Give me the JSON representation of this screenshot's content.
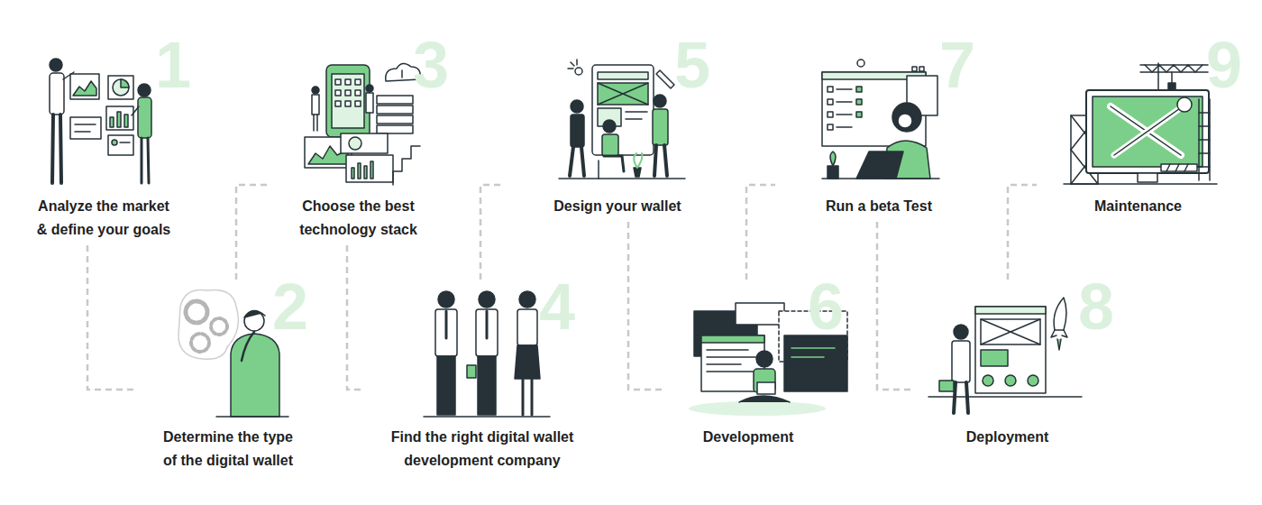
{
  "diagram": {
    "nodes": [
      {
        "text": [
          "1",
          "Analyze the market & define your goals"
        ]
      },
      {
        "text": [
          "2",
          "Determine the type of the digital wallet"
        ]
      },
      {
        "text": [
          "3",
          "Choose the best technology stack"
        ]
      },
      {
        "text": [
          "4",
          "Find the right digital wallet development company"
        ]
      },
      {
        "text": [
          "5",
          "Design your wallet"
        ]
      },
      {
        "text": [
          "6",
          "Development"
        ]
      },
      {
        "text": [
          "7",
          "Run a beta Test"
        ]
      },
      {
        "text": [
          "8",
          "Deployment"
        ]
      },
      {
        "text": [
          "9",
          "Maintenance"
        ]
      }
    ],
    "edges": [
      {
        "from": 0,
        "to": 1,
        "arrow": "none"
      },
      {
        "from": 1,
        "to": 2,
        "arrow": "none"
      },
      {
        "from": 2,
        "to": 3,
        "arrow": "none"
      },
      {
        "from": 3,
        "to": 4,
        "arrow": "none"
      },
      {
        "from": 4,
        "to": 5,
        "arrow": "none"
      },
      {
        "from": 5,
        "to": 6,
        "arrow": "none"
      },
      {
        "from": 6,
        "to": 7,
        "arrow": "none"
      },
      {
        "from": 7,
        "to": 8,
        "arrow": "none"
      }
    ]
  }
}
